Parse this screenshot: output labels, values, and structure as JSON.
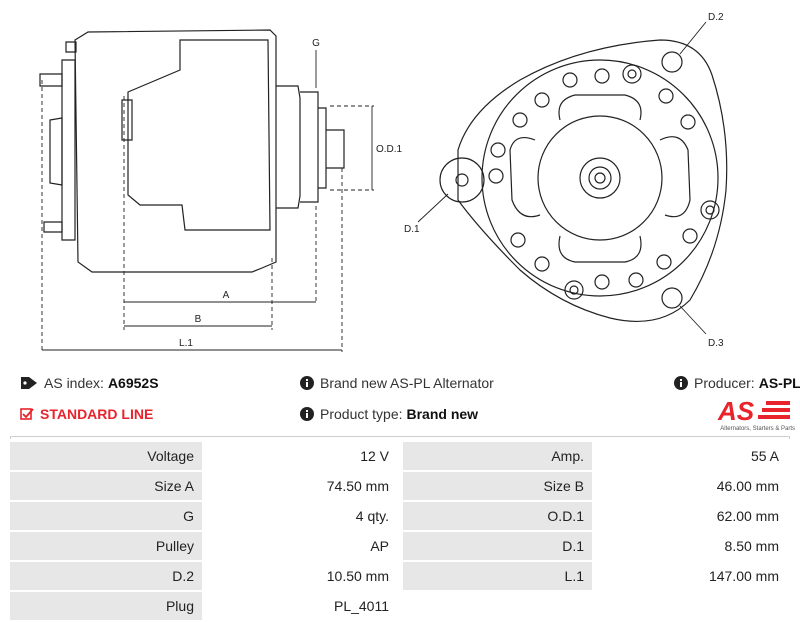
{
  "drawing": {
    "labels": {
      "g": "G",
      "od1": "O.D.1",
      "a": "A",
      "b": "B",
      "l1": "L.1",
      "d1": "D.1",
      "d2": "D.2",
      "d3": "D.3"
    }
  },
  "info": {
    "as_index_label": "AS index:",
    "as_index_value": "A6952S",
    "brand_text": "Brand new AS-PL Alternator",
    "producer_label": "Producer:",
    "producer_value": "AS-PL",
    "line_label": "STANDARD LINE",
    "product_type_label": "Product type:",
    "product_type_value": "Brand new"
  },
  "logo": {
    "mark": "AS",
    "tagline": "Alternators, Starters & Parts"
  },
  "specs": [
    {
      "l1": "Voltage",
      "v1": "12 V",
      "l2": "Amp.",
      "v2": "55 A"
    },
    {
      "l1": "Size A",
      "v1": "74.50 mm",
      "l2": "Size B",
      "v2": "46.00 mm"
    },
    {
      "l1": "G",
      "v1": "4 qty.",
      "l2": "O.D.1",
      "v2": "62.00 mm"
    },
    {
      "l1": "Pulley",
      "v1": "AP",
      "l2": "D.1",
      "v2": "8.50 mm"
    },
    {
      "l1": "D.2",
      "v1": "10.50 mm",
      "l2": "L.1",
      "v2": "147.00 mm"
    },
    {
      "l1": "Plug",
      "v1": "PL_4011",
      "l2": "",
      "v2": ""
    }
  ],
  "colors": {
    "accent_red": "#e8232b",
    "label_bg": "#e7e7e7"
  }
}
